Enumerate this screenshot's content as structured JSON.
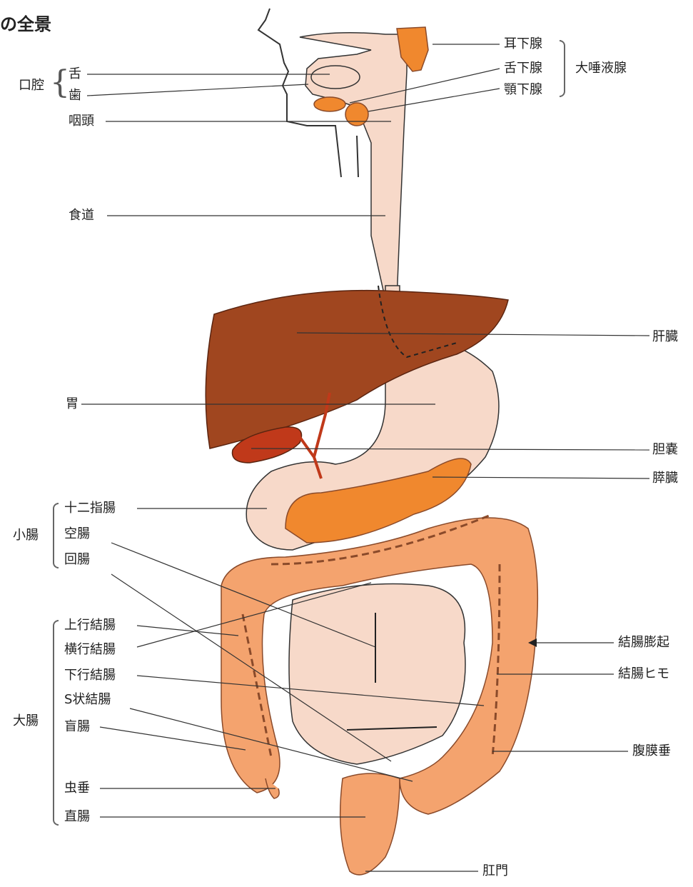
{
  "title": "の全景",
  "groups": {
    "mouth": "口腔",
    "salivary": "大唾液腺",
    "small_intestine": "小腸",
    "large_intestine": "大腸"
  },
  "labels_left": {
    "tongue": "舌",
    "teeth": "歯",
    "pharynx": "咽頭",
    "esophagus": "食道",
    "stomach": "胃",
    "duodenum": "十二指腸",
    "jejunum": "空腸",
    "ileum": "回腸",
    "ascending_colon": "上行結腸",
    "transverse_colon": "横行結腸",
    "descending_colon": "下行結腸",
    "sigmoid_colon": "S状結腸",
    "cecum": "盲腸",
    "appendix": "虫垂",
    "rectum": "直腸"
  },
  "labels_right": {
    "parotid": "耳下腺",
    "sublingual": "舌下腺",
    "submandibular": "顎下腺",
    "liver": "肝臓",
    "gallbladder": "胆嚢",
    "pancreas": "膵臓",
    "haustra": "結腸膨起",
    "taenia": "結腸ヒモ",
    "omental_appendices": "腹膜垂",
    "anus": "肛門"
  },
  "colors": {
    "skin": "#f7d9c9",
    "liver": "#a0461f",
    "gallbladder": "#c0391a",
    "gland": "#f0882e",
    "colon": "#f4a36e",
    "colon_dark": "#8a4a2a",
    "line": "#333333"
  }
}
